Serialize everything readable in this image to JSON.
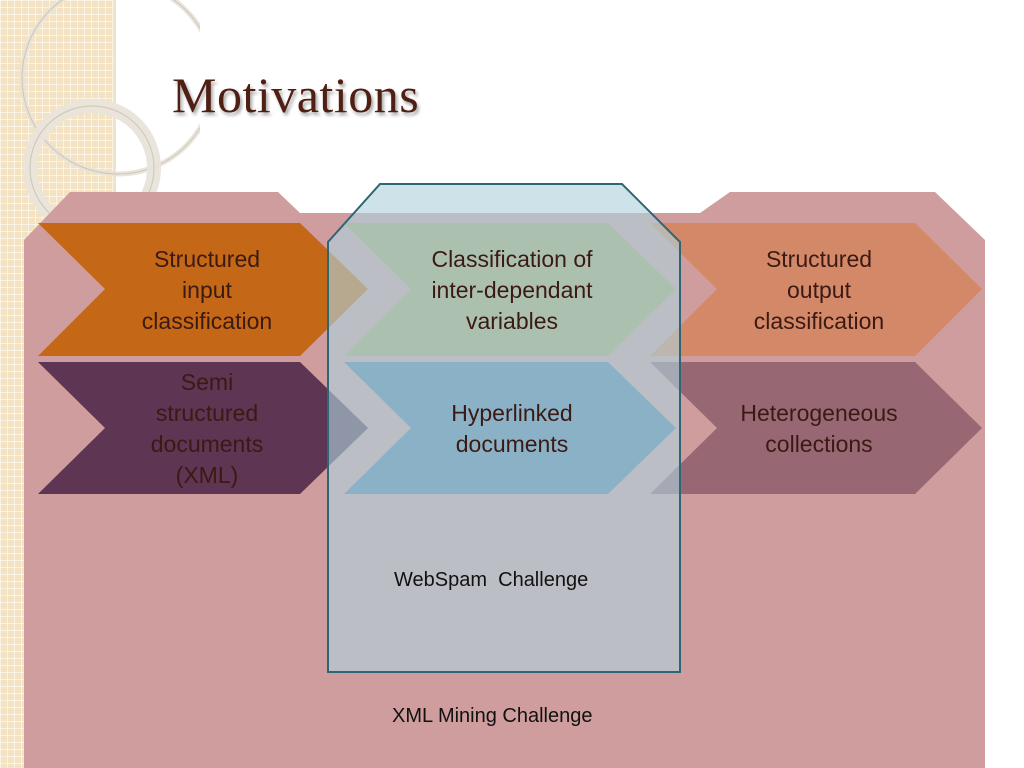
{
  "slide": {
    "title": "Motivations"
  },
  "diagram": {
    "rows": [
      {
        "cells": [
          {
            "label": [
              "Structured",
              "input",
              "classification"
            ],
            "color": "#c46716"
          },
          {
            "label": [
              "Classification of",
              "inter-dependant",
              "variables"
            ],
            "color": "#a9a36a"
          },
          {
            "label": [
              "Structured",
              "output",
              "classification"
            ],
            "color": "#d38868"
          }
        ]
      },
      {
        "cells": [
          {
            "label": [
              "Semi",
              "structured",
              "documents",
              "(XML)"
            ],
            "color": "#5e3552"
          },
          {
            "label": [
              "Hyperlinked",
              "documents"
            ],
            "color": "#527ca3"
          },
          {
            "label": [
              "Heterogeneous",
              "collections"
            ],
            "color": "#976874"
          }
        ]
      }
    ],
    "highlight_caption": "WebSpam  Challenge",
    "outer_caption": "XML Mining Challenge",
    "colors": {
      "outer_panel": "#cf9d9e",
      "highlight_panel": "#afd2dc",
      "highlight_border": "#2d6674"
    }
  }
}
